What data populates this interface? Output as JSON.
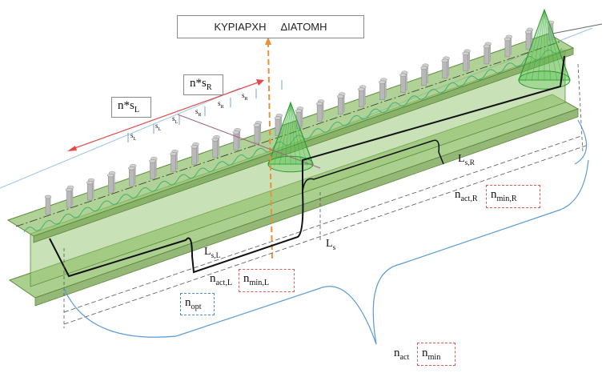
{
  "title": {
    "word1": "ΚΥΡΙΑΡΧΗ",
    "word2": "ΔΙΑΤΟΜΗ"
  },
  "labels": {
    "ns_r": {
      "base": "n*s",
      "sub": "R"
    },
    "ns_l": {
      "base": "n*s",
      "sub": "L"
    },
    "s_l_spacing": [
      {
        "base": "s",
        "sub": "L"
      },
      {
        "base": "s",
        "sub": "L"
      },
      {
        "base": "s",
        "sub": "L"
      }
    ],
    "s_r_spacing": [
      {
        "base": "s",
        "sub": "R"
      },
      {
        "base": "s",
        "sub": "R"
      },
      {
        "base": "s",
        "sub": "R"
      }
    ],
    "ls_l": {
      "base": "L",
      "sub": "s,L"
    },
    "ls": {
      "base": "L",
      "sub": "s"
    },
    "ls_r": {
      "base": "L",
      "sub": "s,R"
    },
    "nact_l": {
      "base": "n",
      "sub": "act,L"
    },
    "nmin_l": {
      "base": "n",
      "sub": "min,L"
    },
    "nact_r": {
      "base": "n",
      "sub": "act,R"
    },
    "nmin_r": {
      "base": "n",
      "sub": "min,R"
    },
    "nopt": {
      "base": "n",
      "sub": "opt"
    },
    "nact": {
      "base": "n",
      "sub": "act"
    },
    "nmin": {
      "base": "n",
      "sub": "min"
    }
  },
  "colors": {
    "beam_fill": "#8fbf6a",
    "beam_edge": "#5a8a3a",
    "cone": "#4fc24f",
    "stud": "#b8b8b8",
    "dim_red": "#e34a4a",
    "section_orange": "#e8913a",
    "brace_blue": "#5a9bd5",
    "moment_black": "#111111"
  }
}
